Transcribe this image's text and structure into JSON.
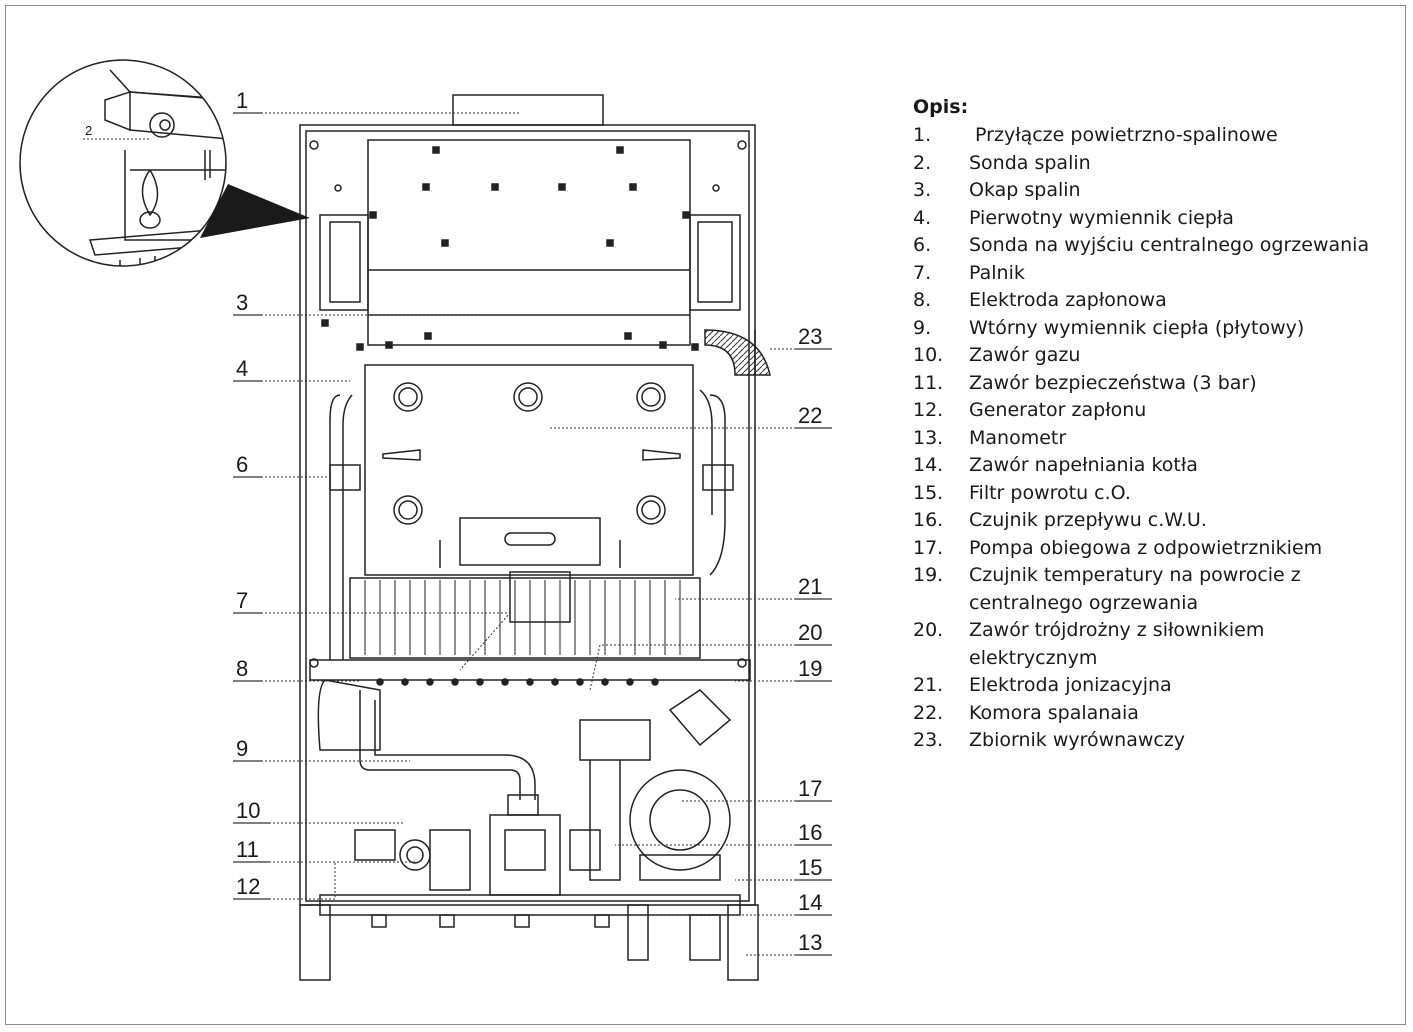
{
  "diagram": {
    "callouts_left": [
      "1",
      "2",
      "3",
      "4",
      "6",
      "7",
      "8",
      "9",
      "10",
      "11",
      "12"
    ],
    "callouts_right": [
      "23",
      "22",
      "21",
      "20",
      "19",
      "17",
      "16",
      "15",
      "14",
      "13"
    ]
  },
  "legend": {
    "title": "Opis:",
    "items": [
      {
        "num": "1.",
        "text": " Przyłącze powietrzno-spalinowe"
      },
      {
        "num": "2.",
        "text": "Sonda spalin"
      },
      {
        "num": "3.",
        "text": "Okap spalin"
      },
      {
        "num": "4.",
        "text": "Pierwotny wymiennik ciepła"
      },
      {
        "num": "6.",
        "text": "Sonda na wyjściu centralnego ogrzewania"
      },
      {
        "num": "7.",
        "text": "Palnik"
      },
      {
        "num": "8.",
        "text": "Elektroda zapłonowa"
      },
      {
        "num": "9.",
        "text": "Wtórny wymiennik ciepła (płytowy)"
      },
      {
        "num": "10.",
        "text": "Zawór gazu"
      },
      {
        "num": "11.",
        "text": "Zawór bezpieczeństwa (3 bar)"
      },
      {
        "num": "12.",
        "text": "Generator zapłonu"
      },
      {
        "num": "13.",
        "text": "Manometr"
      },
      {
        "num": "14.",
        "text": "Zawór napełniania kotła"
      },
      {
        "num": "15.",
        "text": "Filtr powrotu c.O."
      },
      {
        "num": "16.",
        "text": "Czujnik przepływu c.W.U."
      },
      {
        "num": "17.",
        "text": "Pompa obiegowa z odpowietrznikiem"
      },
      {
        "num": "19.",
        "text": "Czujnik temperatury na powrocie z centralnego ogrzewania"
      },
      {
        "num": "20.",
        "text": "Zawór trójdrożny z siłownikiem elektrycznym"
      },
      {
        "num": "21.",
        "text": "Elektroda jonizacyjna"
      },
      {
        "num": "22.",
        "text": "Komora spalanaia"
      },
      {
        "num": "23.",
        "text": "Zbiornik wyrównawczy"
      }
    ]
  }
}
